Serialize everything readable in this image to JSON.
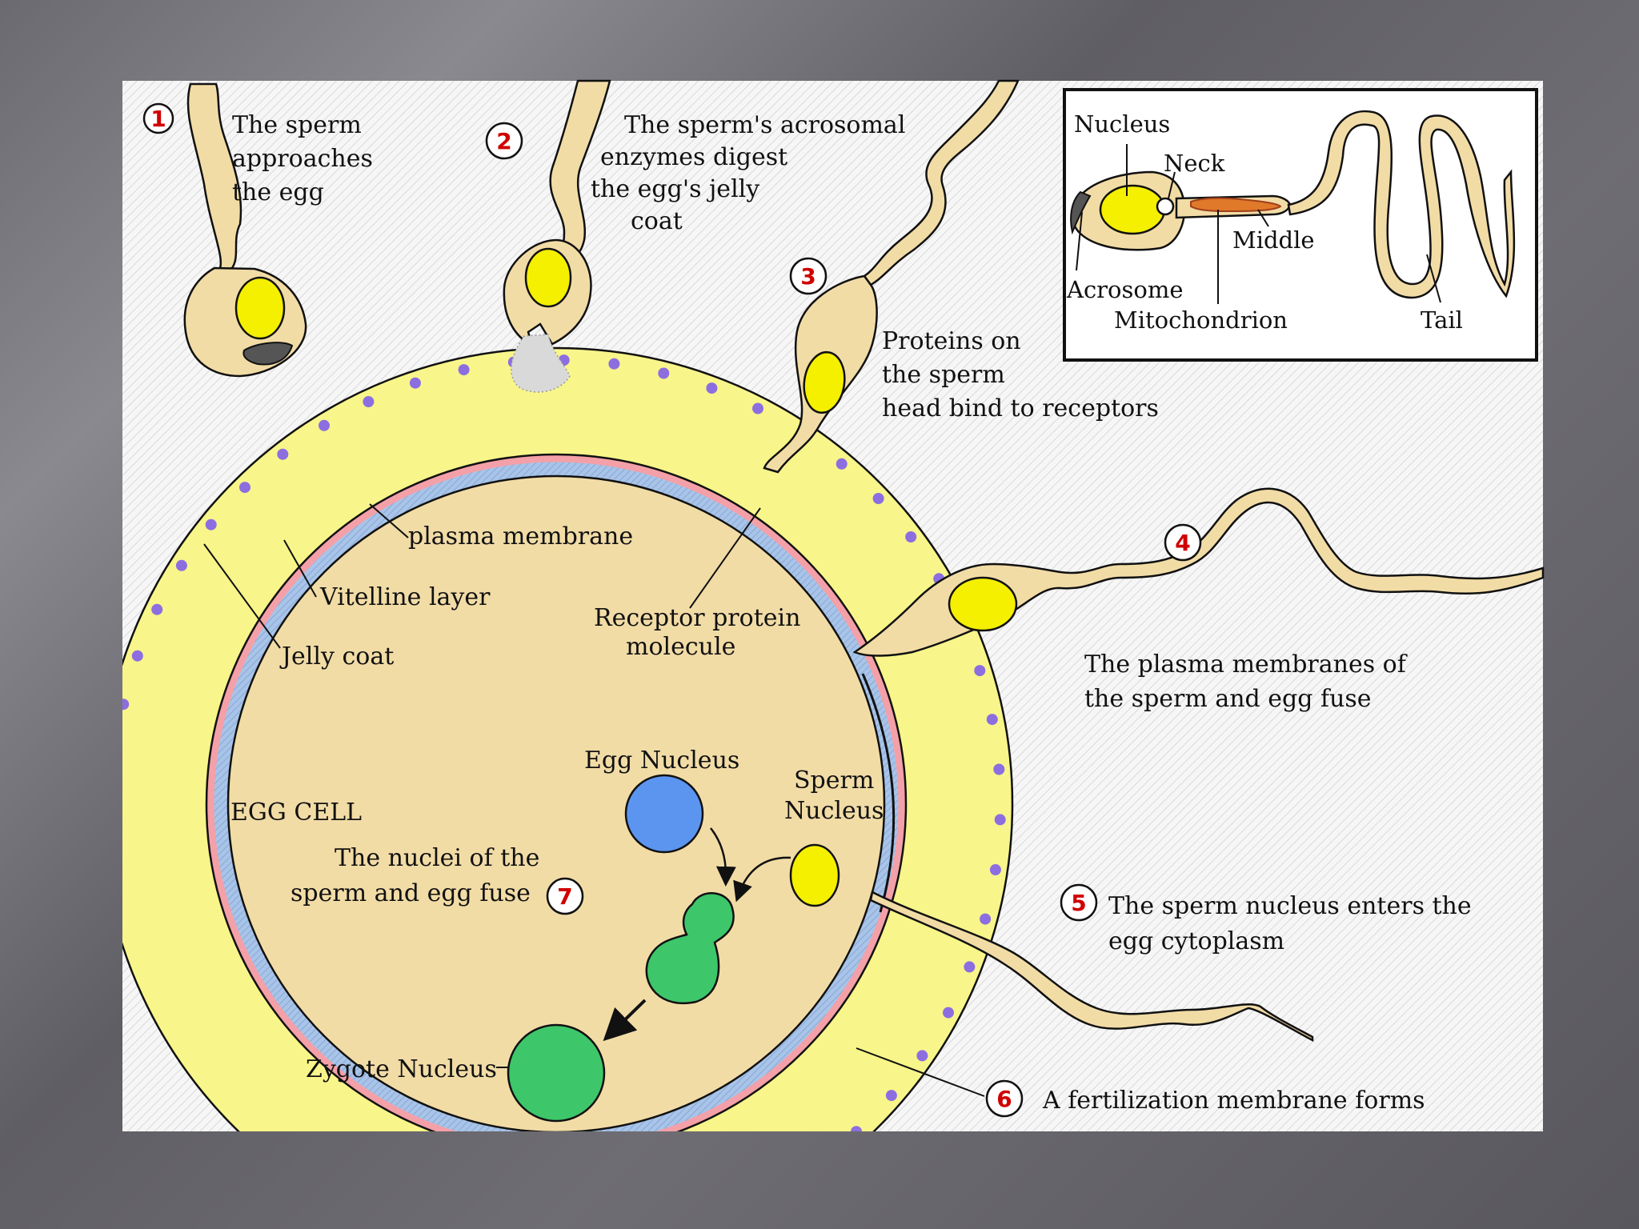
{
  "labels": {
    "step1": "The sperm\napproaches\nthe egg",
    "step2": "The sperm's acrosomal\nenzymes digest\nthe egg's jelly\ncoat",
    "step3": "Proteins on\nthe sperm\nhead bind to receptors",
    "step4": "The plasma membranes of\nthe sperm and egg fuse",
    "step5": "The sperm nucleus enters the\negg cytoplasm",
    "step6": "A fertilization membrane forms",
    "step7": "The nuclei of the\nsperm and egg fuse",
    "plasma_membrane": "plasma membrane",
    "vitelline_layer": "Vitelline layer",
    "jelly_coat": "Jelly coat",
    "receptor_protein": "Receptor protein\nmolecule",
    "egg_cell": "EGG CELL",
    "egg_nucleus": "Egg Nucleus",
    "sperm_nucleus": "Sperm\nNucleus",
    "zygote_nucleus": "Zygote Nucleus"
  },
  "step_numbers": [
    "1",
    "2",
    "3",
    "4",
    "5",
    "6",
    "7"
  ],
  "inset": {
    "nucleus": "Nucleus",
    "neck": "Neck",
    "middle": "Middle",
    "acrosome": "Acrosome",
    "mitochondrion": "Mitochondrion",
    "tail": "Tail"
  },
  "colors": {
    "jelly_coat": "#f8f58a",
    "cytoplasm": "#f2dca6",
    "vitelline": "#a8c4e8",
    "plasma_membrane": "#f4a0a8",
    "receptor_dots": "#8c6ee0",
    "sperm_body": "#f2dca6",
    "sperm_nucleus": "#f5ef00",
    "egg_nucleus": "#5b95f0",
    "zygote": "#3dc66a",
    "step_number": "#d00000"
  }
}
